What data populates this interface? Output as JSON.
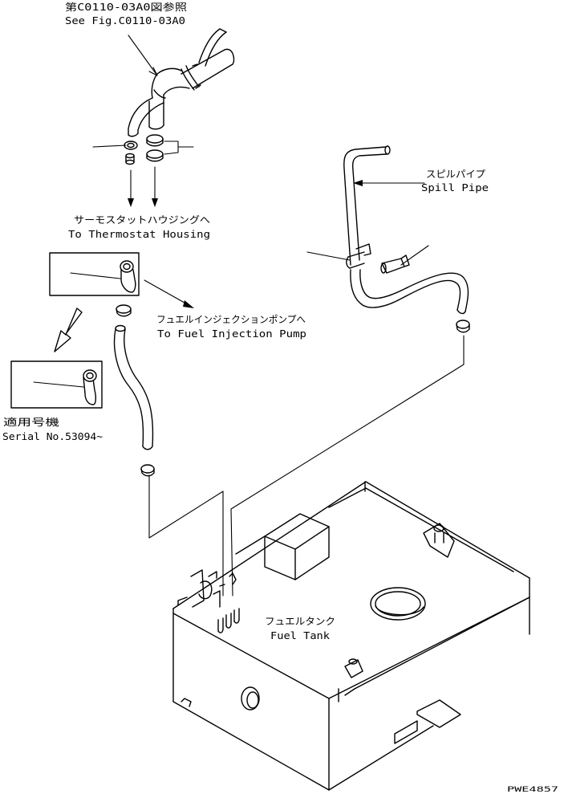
{
  "labels": {
    "ref_jp": "第C0110-03A0図参照",
    "ref_en": "See Fig.C0110-03A0",
    "thermostat_jp": "サーモスタットハウジングへ",
    "thermostat_en": "To Thermostat Housing",
    "spill_jp": "スピルパイプ",
    "spill_en": "Spill Pipe",
    "injection_jp": "フュエルインジェクションポンプへ",
    "injection_en": "To Fuel Injection Pump",
    "serial_jp": "適用号機",
    "serial_en": "Serial No.53094~",
    "tank_jp": "フュエルタンク",
    "tank_en": "Fuel Tank",
    "drawing_code": "PWE4857"
  }
}
